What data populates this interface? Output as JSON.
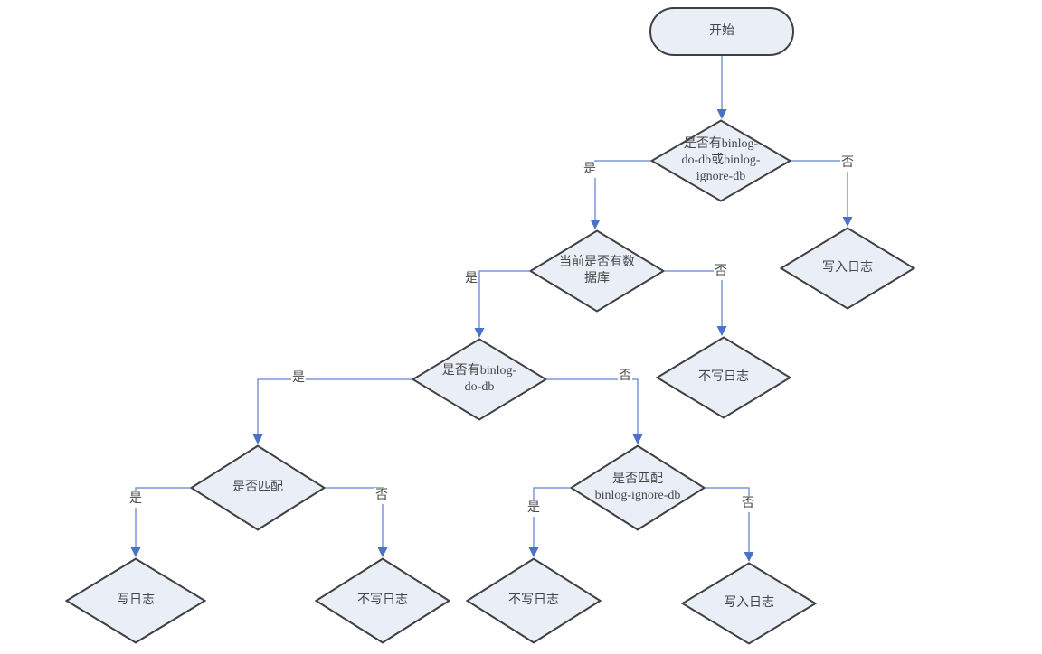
{
  "diagram": {
    "type": "flowchart",
    "background_color": "#ffffff",
    "node_fill_color": "#eaeef7",
    "node_border_color": "#404040",
    "connector_color": "#7b97d8",
    "arrowhead_color": "#4a72c7",
    "text_color": "#454545"
  },
  "nodes": [
    {
      "id": "start",
      "type": "terminator",
      "label": "开始"
    },
    {
      "id": "check-binlog-options",
      "type": "decision",
      "label": "是否有binlog-\ndo-db或binlog-\nignore-db"
    },
    {
      "id": "check-current-db",
      "type": "decision",
      "label": "当前是否有数\n据库"
    },
    {
      "id": "write-log-right",
      "type": "result",
      "label": "写入日志"
    },
    {
      "id": "check-binlog-do-db",
      "type": "decision",
      "label": "是否有binlog-\ndo-db"
    },
    {
      "id": "no-write-log-mid",
      "type": "result",
      "label": "不写日志"
    },
    {
      "id": "check-match",
      "type": "decision",
      "label": "是否匹配"
    },
    {
      "id": "check-match-ignore-db",
      "type": "decision",
      "label": "是否匹配\nbinlog-ignore-db"
    },
    {
      "id": "write-log-bottom-left",
      "type": "result",
      "label": "写日志"
    },
    {
      "id": "no-write-log-bottom-left",
      "type": "result",
      "label": "不写日志"
    },
    {
      "id": "no-write-log-bottom-mid",
      "type": "result",
      "label": "不写日志"
    },
    {
      "id": "write-log-bottom-right",
      "type": "result",
      "label": "写入日志"
    }
  ],
  "edges": [
    {
      "from": "start",
      "to": "check-binlog-options",
      "label": ""
    },
    {
      "from": "check-binlog-options",
      "to": "check-current-db",
      "label": "是"
    },
    {
      "from": "check-binlog-options",
      "to": "write-log-right",
      "label": "否"
    },
    {
      "from": "check-current-db",
      "to": "check-binlog-do-db",
      "label": "是"
    },
    {
      "from": "check-current-db",
      "to": "no-write-log-mid",
      "label": "否"
    },
    {
      "from": "check-binlog-do-db",
      "to": "check-match",
      "label": "是"
    },
    {
      "from": "check-binlog-do-db",
      "to": "check-match-ignore-db",
      "label": "否"
    },
    {
      "from": "check-match",
      "to": "write-log-bottom-left",
      "label": "是"
    },
    {
      "from": "check-match",
      "to": "no-write-log-bottom-left",
      "label": "否"
    },
    {
      "from": "check-match-ignore-db",
      "to": "no-write-log-bottom-mid",
      "label": "是"
    },
    {
      "from": "check-match-ignore-db",
      "to": "write-log-bottom-right",
      "label": "否"
    }
  ]
}
